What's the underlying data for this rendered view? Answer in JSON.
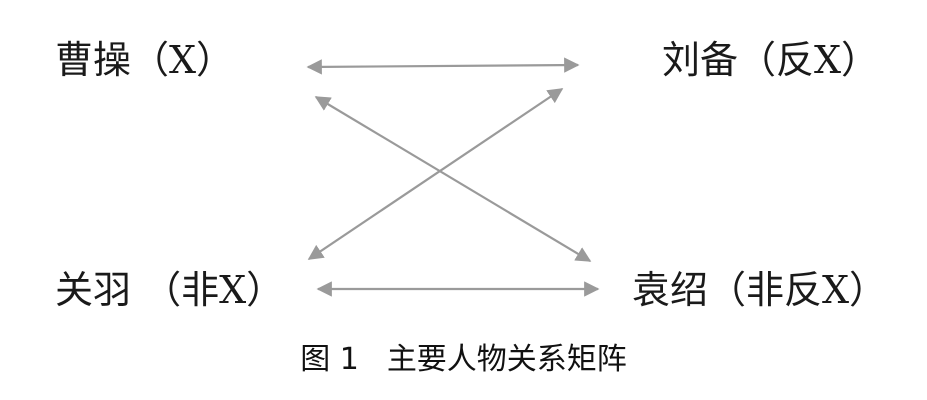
{
  "nodes": {
    "caocao": "曹操（X）",
    "liubei": "刘备（反X）",
    "guanyu": "关羽 （非X）",
    "yuanshao": "袁绍（非反X）"
  },
  "caption": {
    "figure": "图 1",
    "title": "主要人物关系矩阵"
  },
  "colors": {
    "arrow": "#9a9a9a",
    "text": "#1a1a1a"
  }
}
